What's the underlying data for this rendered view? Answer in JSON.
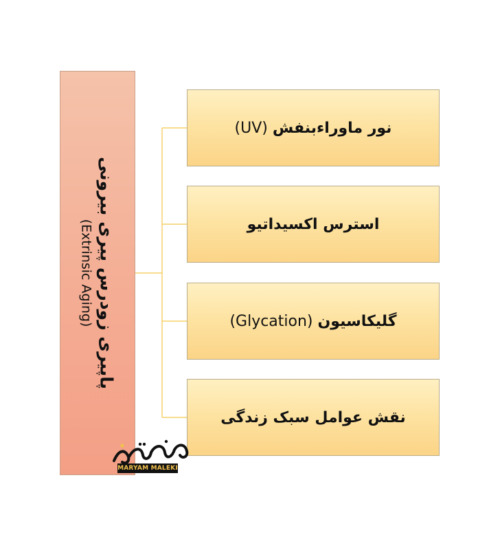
{
  "root": {
    "title": "پاپیری زودرس پیری بیرونی",
    "subtitle": "(Extrinsic Aging)"
  },
  "nodes": [
    {
      "label_fa": "نور ماوراءبنفش",
      "label_en": "(UV)"
    },
    {
      "label_fa": "استرس اکسیداتیو",
      "label_en": ""
    },
    {
      "label_fa": "گلیکاسیون",
      "label_en": "(Glycation)"
    },
    {
      "label_fa": "نقش عوامل سبک زندگی",
      "label_en": ""
    }
  ],
  "watermark": {
    "text": "MARYAM MALEKI"
  },
  "colors": {
    "root_fill": "#f4ad94",
    "node_fill": "#fde2a0",
    "connector": "#f2c64a"
  }
}
